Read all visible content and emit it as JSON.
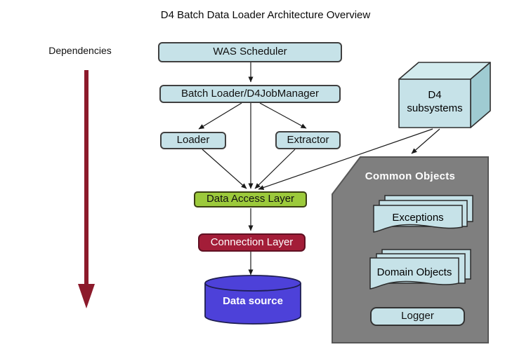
{
  "diagram": {
    "title": "D4 Batch Data Loader Architecture Overview",
    "dependencies_label": "Dependencies",
    "nodes": {
      "was_scheduler": {
        "label": "WAS Scheduler"
      },
      "batch_loader": {
        "label": "Batch Loader/D4JobManager"
      },
      "loader": {
        "label": "Loader"
      },
      "extractor": {
        "label": "Extractor"
      },
      "d4_subsystems": {
        "label": "D4 subsystems"
      },
      "data_access_layer": {
        "label": "Data Access Layer"
      },
      "connection_layer": {
        "label": "Connection Layer"
      },
      "data_source": {
        "label": "Data source"
      },
      "common_objects": {
        "label": "Common Objects"
      },
      "exceptions": {
        "label": "Exceptions"
      },
      "domain_objects": {
        "label": "Domain Objects"
      },
      "logger": {
        "label": "Logger"
      }
    },
    "colors": {
      "box_blue": "#c6e2e8",
      "box_blue_top": "#d2ebee",
      "box_blue_side": "#9fcbd2",
      "green": "#9cca3b",
      "crimson": "#a31d38",
      "cylinder_purple": "#4d41d9",
      "panel_gray": "#7f7f7f",
      "dependency_arrow_red": "#8c1a2b",
      "connector_black": "#1a1a1a"
    }
  }
}
